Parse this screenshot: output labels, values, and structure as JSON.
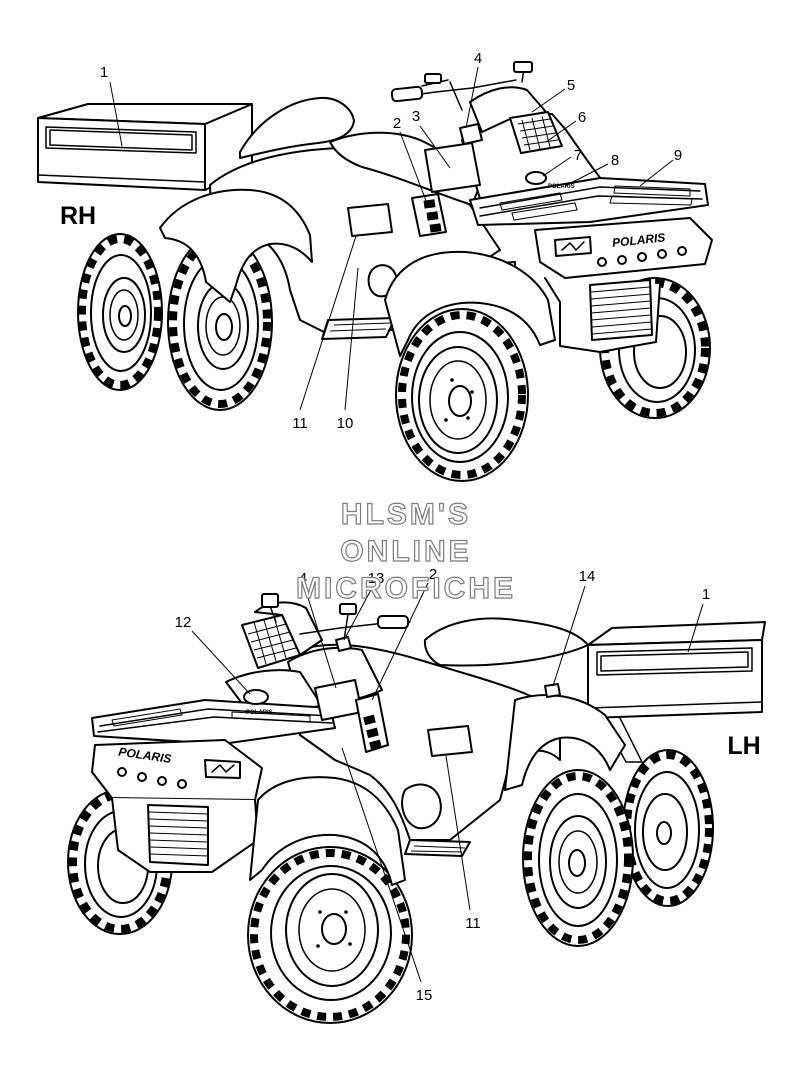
{
  "diagram": {
    "rh_view": {
      "side_label": "RH",
      "logo_text": "POLARIS",
      "callouts": {
        "c1": "1",
        "c2": "2",
        "c3": "3",
        "c4": "4",
        "c5": "5",
        "c6": "6",
        "c7": "7",
        "c8": "8",
        "c9": "9",
        "c10": "10",
        "c11": "11"
      }
    },
    "lh_view": {
      "side_label": "LH",
      "logo_text": "POLARIS",
      "callouts": {
        "c4": "4",
        "c13": "13",
        "c2": "2",
        "c14": "14",
        "c1": "1",
        "c12": "12",
        "c11": "11",
        "c15": "15"
      }
    },
    "watermark": {
      "line1": "HLSM'S",
      "line2": "ONLINE",
      "line3": "MICROFICHE"
    }
  },
  "colors": {
    "ink": "#000000",
    "background": "#ffffff",
    "watermark_outline": "#7a7a7a"
  }
}
